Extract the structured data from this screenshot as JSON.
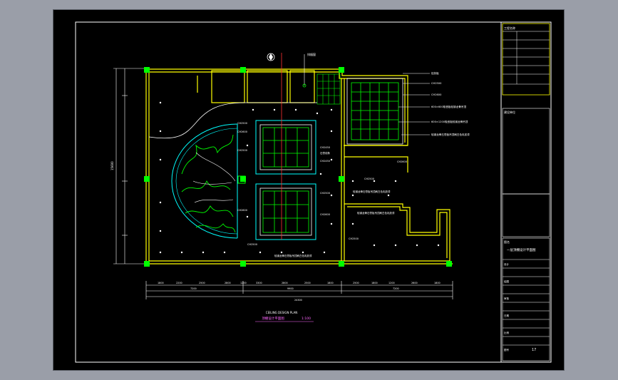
{
  "drawing": {
    "title_cn": "顶棚设计平面图",
    "title_en": "CEILING DESIGN PLAN",
    "scale": "1:100",
    "north_label": "排烟窗"
  },
  "ceiling_notes": {
    "right_top": [
      "铝扣板",
      "CH2500",
      "CH2600",
      "600×600吸音板轻钢龙骨吊顶",
      "600×1200吸音板轻钢龙骨吊顶",
      "轻钢龙骨石膏板吊顶刷白色乳胶漆"
    ],
    "center": [
      "CH2450",
      "石膏线条",
      "CH2450",
      "CH2500",
      "CH2600"
    ],
    "left": [
      "CH2500",
      "CH2600",
      "CH2500",
      "CH2600",
      "CH2500"
    ],
    "bottom": "轻钢龙骨石膏板吊顶刷白色乳胶漆",
    "mid": "轻钢龙骨石膏板吊顶刷白色乳胶漆",
    "right_mid": "轻钢龙骨石膏板吊顶刷白色乳胶漆",
    "heights": [
      "CH2500",
      "CH2500",
      "CH2600"
    ]
  },
  "dimensions": {
    "segments": [
      "1800",
      "2200",
      "2500",
      "2800",
      "1200",
      "3300",
      "2800",
      "2500",
      "1800",
      "2500",
      "1800",
      "1200",
      "2600",
      "1800"
    ],
    "subtotals": [
      "7200",
      "9900",
      "7200"
    ],
    "total": "24300",
    "vertical": "15600"
  },
  "title_block": {
    "project_label": "工程名称",
    "owner_label": "建设单位",
    "drawing_label": "图名",
    "drawing_name": "一层顶棚设计平面图",
    "design_label": "设计",
    "draw_label": "绘图",
    "check_label": "审核",
    "date_label": "日期",
    "scale_label": "比例",
    "sheet_label": "图号",
    "sheet_no": "17"
  },
  "colors": {
    "wall": "#ffff00",
    "grid": "#00ff00",
    "line": "#ffffff",
    "cyan": "#00ffff",
    "magenta": "#ff66ff"
  }
}
